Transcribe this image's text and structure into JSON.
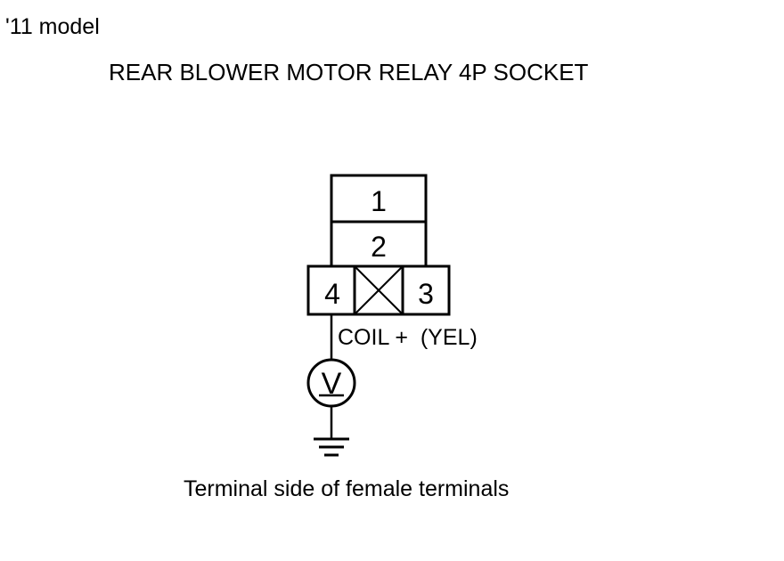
{
  "header": {
    "model": "'11 model",
    "title": "REAR BLOWER MOTOR RELAY 4P SOCKET"
  },
  "connector": {
    "terminals": [
      {
        "number": "1"
      },
      {
        "number": "2"
      },
      {
        "number": "4"
      },
      {
        "number": "3"
      }
    ],
    "wire_label": "COIL +  (YEL)"
  },
  "meter": {
    "symbol": "V"
  },
  "footer": {
    "caption": "Terminal side of female terminals"
  }
}
